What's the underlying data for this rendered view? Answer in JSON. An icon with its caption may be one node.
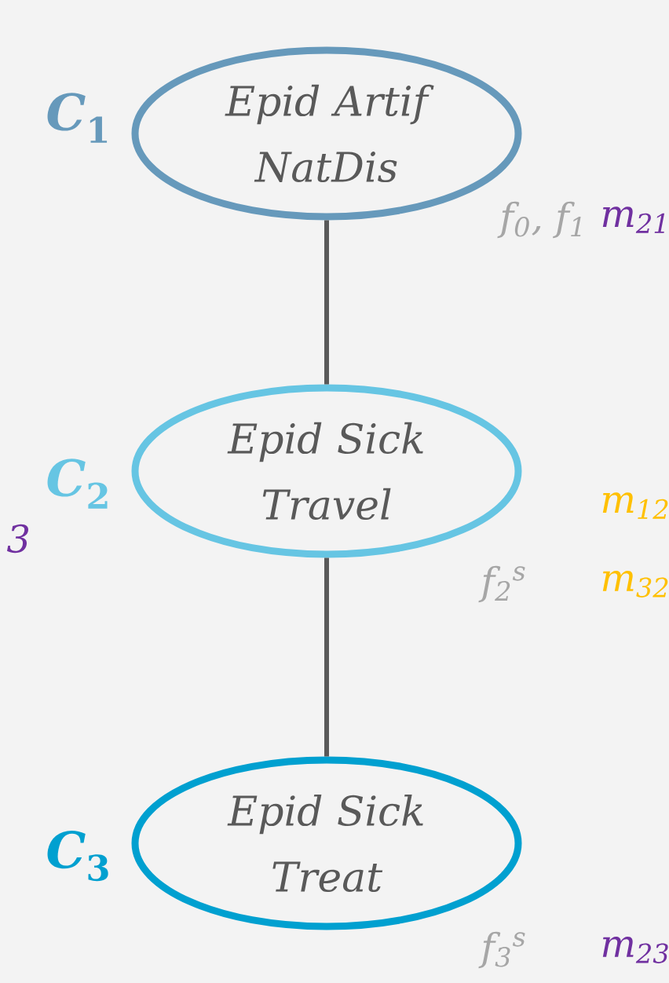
{
  "diagram": {
    "nodes": [
      {
        "text": [
          "Epid Artif NatDis"
        ],
        "beside": [
          "*C*$_{1}$"
        ]
      },
      {
        "text": [
          "Epid Sick Travel"
        ],
        "beside": [
          "*C*$_{2}$"
        ]
      },
      {
        "text": [
          "Epid Sick Treat"
        ],
        "beside": [
          "*C*$_{3}$"
        ]
      }
    ],
    "edges": [
      {
        "from": 0,
        "to": 1,
        "arrow": "none"
      },
      {
        "from": 1,
        "to": 2,
        "arrow": "none"
      }
    ],
    "labels": [
      "f$_{0}$, f$_{1}$",
      "m$_{21}$",
      "3",
      "m$_{12}$",
      "f$_{2}$$^{s}$",
      "m$_{32}$",
      "f$_{3}$$^{s}$",
      "m$_{23}$"
    ]
  }
}
